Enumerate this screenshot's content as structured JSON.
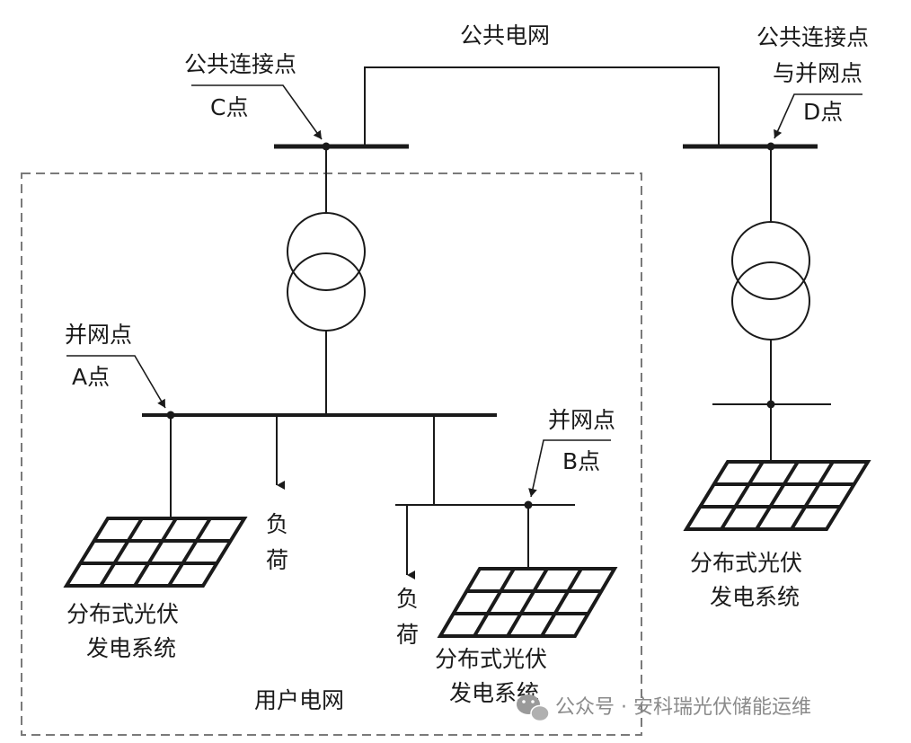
{
  "labels": {
    "public_grid": "公共电网",
    "pcc_c_title": "公共连接点",
    "pcc_c_point": "C点",
    "pcc_d_title_line1": "公共连接点",
    "pcc_d_title_line2": "与并网点",
    "pcc_d_point": "D点",
    "poi_a_title": "并网点",
    "poi_a_point": "A点",
    "poi_b_title": "并网点",
    "poi_b_point": "B点",
    "load_1_char1": "负",
    "load_1_char2": "荷",
    "load_2_char1": "负",
    "load_2_char2": "荷",
    "pv_1_line1": "分布式光伏",
    "pv_1_line2": "发电系统",
    "pv_2_line1": "分布式光伏",
    "pv_2_line2": "发电系统",
    "pv_3_line1": "分布式光伏",
    "pv_3_line2": "发电系统",
    "user_grid": "用户电网"
  },
  "watermark": {
    "text": "公众号 · 安科瑞光伏储能运维",
    "icon": "wechat-icon"
  },
  "colors": {
    "line": "#1a1a1a",
    "dashed_border": "#7a7a7a",
    "watermark": "#8a8a8a"
  }
}
